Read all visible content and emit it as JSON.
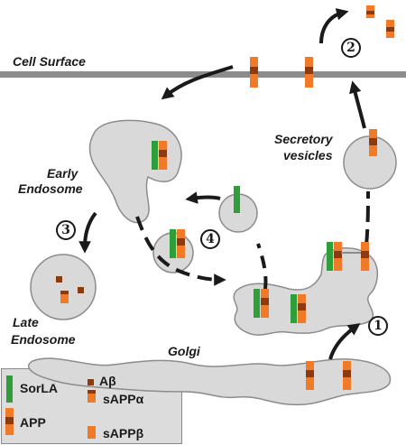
{
  "labels": {
    "cell_surface": "Cell Surface",
    "secretory_vesicles_line1": "Secretory",
    "secretory_vesicles_line2": "vesicles",
    "early_endosome_line1": "Early",
    "early_endosome_line2": "Endosome",
    "late_endosome_line1": "Late",
    "late_endosome_line2": "Endosome",
    "golgi": "Golgi"
  },
  "steps": [
    "1",
    "2",
    "3",
    "4"
  ],
  "legend": {
    "sorla": "SorLA",
    "app": "APP",
    "abeta": "Aβ",
    "sappa": "sAPPα",
    "sappb": "sAPPβ"
  },
  "colors": {
    "sorla_green": "#2e9e3a",
    "app_orange": "#f07a28",
    "app_brown": "#8b3a12",
    "membrane_gray": "#8c8c8c",
    "organelle_fill": "#d9d9d9",
    "arrow_black": "#1a1a1a"
  }
}
